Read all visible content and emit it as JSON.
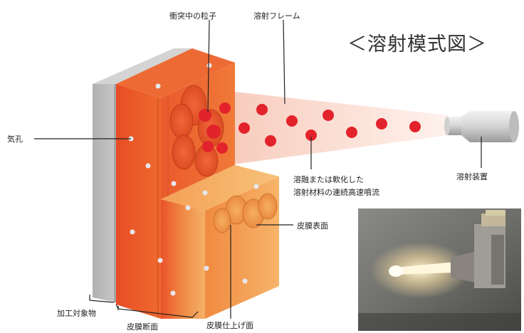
{
  "title": "＜溶射模式図＞",
  "labels": {
    "colliding_particles": "衝突中の粒子",
    "spray_flame": "溶射フレーム",
    "pore": "気孔",
    "spray_device": "溶射装置",
    "stream_line1": "溶融または軟化した",
    "stream_line2": "溶射材料の連続高速噴流",
    "film_surface": "皮膜表面",
    "substrate": "加工対象物",
    "film_section": "皮膜断面",
    "finished_surface": "皮膜仕上げ面"
  },
  "colors": {
    "coating_orange": "#e8522a",
    "coating_light": "#f0a060",
    "substrate_gray": "#b8b8b8",
    "particle_red": "#e3232b",
    "label_line": "#222222"
  }
}
